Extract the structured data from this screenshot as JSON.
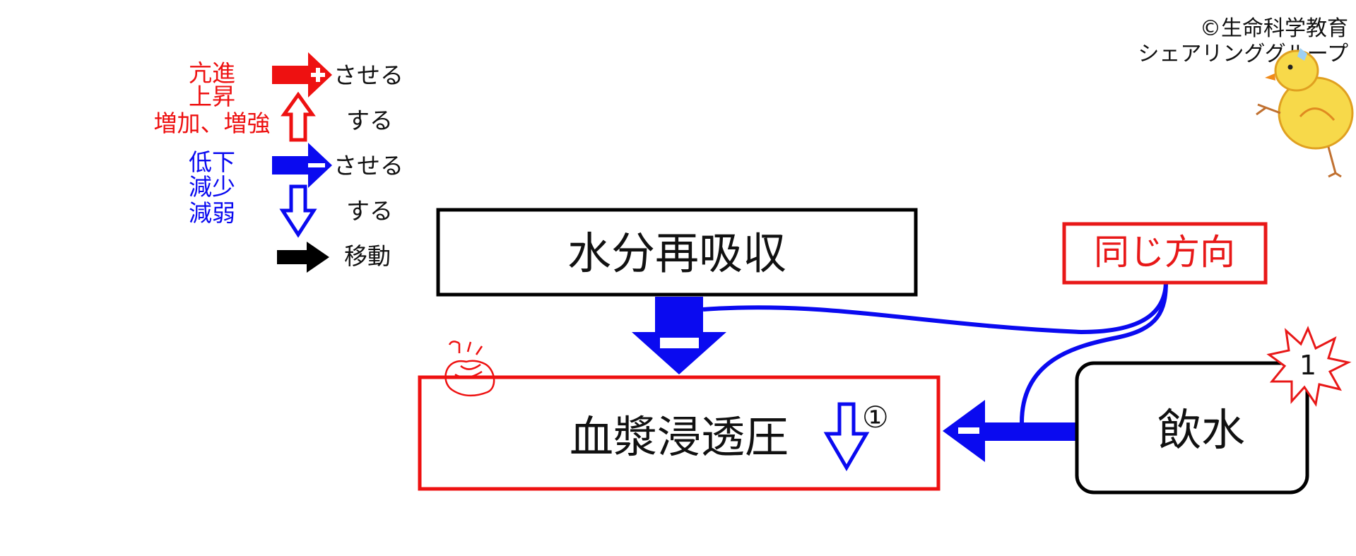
{
  "copyright": {
    "line1": "©生命科学教育",
    "line2": "シェアリンググループ"
  },
  "legend": {
    "increase_terms": [
      "亢進",
      "上昇",
      "増加、増強"
    ],
    "decrease_terms": [
      "低下",
      "減少",
      "減弱"
    ],
    "increase_causative": "させる",
    "increase_intrinsic": "する",
    "decrease_causative": "させる",
    "decrease_intrinsic": "する",
    "movement": "移動",
    "plus_sign": "+",
    "minus_sign": "−"
  },
  "boxes": {
    "reabsorption": "水分再吸収",
    "plasma_osmotic_pressure": "血漿浸透圧",
    "plasma_marker": "①",
    "same_direction": "同じ方向",
    "drinking_water": "飲水",
    "burst_number": "1"
  },
  "arrow_signs": {
    "reabsorption_to_plasma": "−",
    "drinking_to_plasma": "−"
  },
  "colors": {
    "increase": "#ee1111",
    "decrease": "#0a0af0",
    "neutral": "#000000",
    "note_border": "#e81818"
  },
  "icons": {
    "heart": "heart-icon",
    "chick": "chick-mascot-icon",
    "burst": "starburst-icon"
  }
}
